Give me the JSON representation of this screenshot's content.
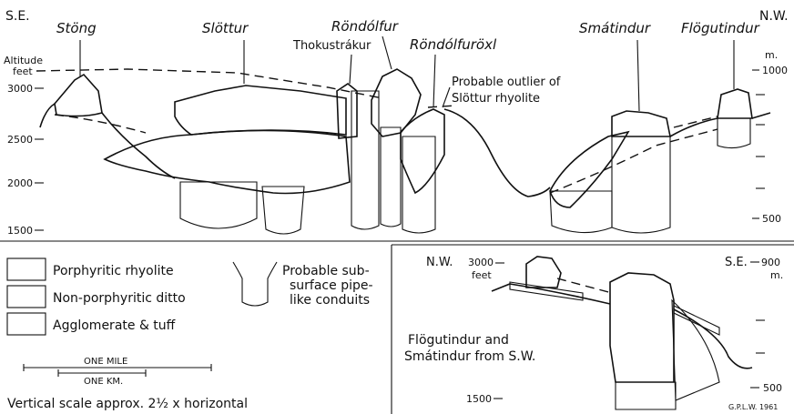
{
  "main_section": {
    "se_label": "S.E.",
    "nw_label": "N.W.",
    "altitude_label_1": "Altitude",
    "altitude_label_2": "feet",
    "feet_ticks": [
      "3000",
      "2500",
      "2000",
      "1500"
    ],
    "metre_unit": "m.",
    "metre_ticks": [
      "1000",
      "500"
    ],
    "peaks": {
      "stong": "Stöng",
      "slottur": "Slöttur",
      "rondolfur": "Röndólfur",
      "thokustrakur": "Thokustrákur",
      "rondolfuroxl": "Röndólfuröxl",
      "smatindur": "Smátindur",
      "flogutindur": "Flögutindur"
    },
    "outlier_note_line1": "Probable outlier of",
    "outlier_note_line2": "Slöttur rhyolite"
  },
  "legend": {
    "porphyritic": "Porphyritic rhyolite",
    "non_porphyritic": "Non-porphyritic ditto",
    "agglomerate": "Agglomerate & tuff",
    "conduits_1": "Probable sub-",
    "conduits_2": "surface pipe-",
    "conduits_3": "like conduits",
    "scale_mile": "ONE MILE",
    "scale_km": "ONE KM.",
    "vertical_scale": "Vertical  scale  approx. 2½  x horizontal"
  },
  "inset": {
    "nw_label": "N.W.",
    "se_label": "S.E.",
    "feet_tick_top": "3000",
    "feet_unit": "feet",
    "feet_tick_bottom": "1500",
    "metre_tick_top": "900",
    "metre_unit": "m.",
    "metre_tick_bottom": "500",
    "caption_1": "Flögutindur  and",
    "caption_2": "Smátindur from S.W.",
    "signature": "G.P.L.W. 1961"
  }
}
